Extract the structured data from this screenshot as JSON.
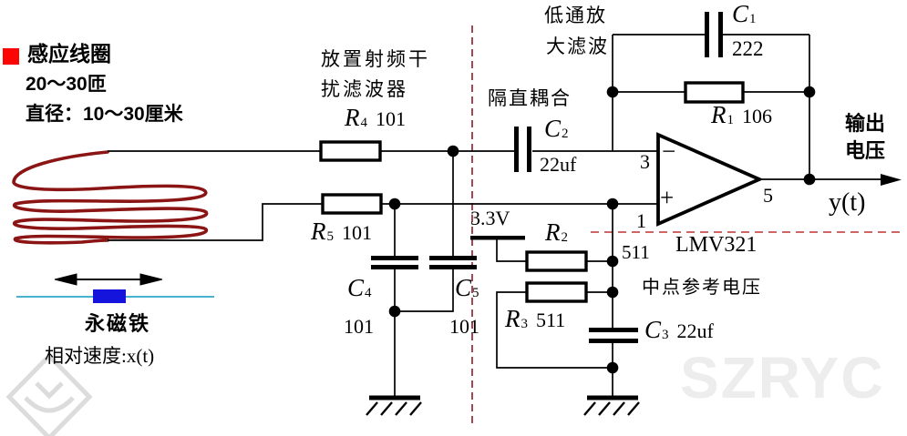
{
  "annotations": {
    "coil_title": "感应线圈",
    "coil_turns": "20～30匝",
    "coil_diameter": "直径：10～30厘米",
    "rf_filter_line1": "放置射频干",
    "rf_filter_line2": "扰滤波器",
    "dc_block": "隔直耦合",
    "lowpass_line1": "低通放",
    "lowpass_line2": "大滤波",
    "midpoint_ref": "中点参考电压",
    "magnet": "永磁铁",
    "velocity": "相对速度:x(t)",
    "output_line1": "输出",
    "output_line2": "电压",
    "output_signal": "y(t)",
    "supply": "3.3V",
    "opamp_model": "LMV321"
  },
  "components": {
    "r1": {
      "sym": "R",
      "sub": "1",
      "val": "106"
    },
    "r2": {
      "sym": "R",
      "sub": "2",
      "val": "511"
    },
    "r3": {
      "sym": "R",
      "sub": "3",
      "val": "511"
    },
    "r4": {
      "sym": "R",
      "sub": "4",
      "val": "101"
    },
    "r5": {
      "sym": "R",
      "sub": "5",
      "val": "101"
    },
    "c1": {
      "sym": "C",
      "sub": "1",
      "val": "222"
    },
    "c2": {
      "sym": "C",
      "sub": "2",
      "val": "22uf"
    },
    "c3": {
      "sym": "C",
      "sub": "3",
      "val": "22uf"
    },
    "c4": {
      "sym": "C",
      "sub": "4",
      "val": "101"
    },
    "c5": {
      "sym": "C",
      "sub": "5",
      "val": "101"
    }
  },
  "opamp": {
    "pin_inverting": "3",
    "pin_noninverting": "1",
    "pin_output": "5",
    "minus": "−",
    "plus": "+"
  },
  "watermark": {
    "text": "SZRYC"
  },
  "colors": {
    "coil": "#8B1515",
    "magnet_fill": "#1414DD",
    "magnet_rail": "#2FA8C8",
    "bullet_red": "#FB0505",
    "dashed_vertical": "#993340",
    "dashed_horizontal": "#C85050",
    "watermark_gray": "#EDEDED",
    "wire": "#000000"
  }
}
